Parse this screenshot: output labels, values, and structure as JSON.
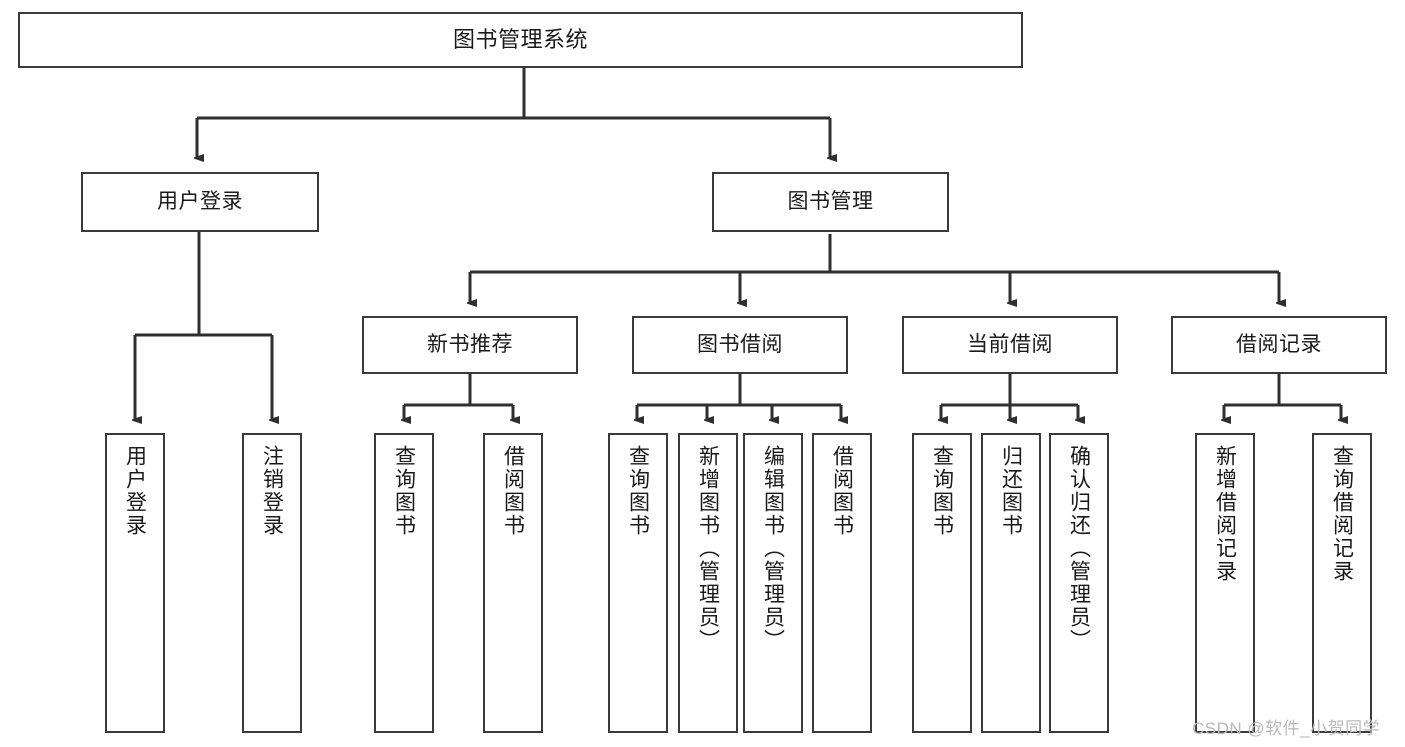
{
  "diagram": {
    "type": "tree-hierarchy-chart",
    "title": "图书管理系统",
    "watermark": "CSDN @软件_小贺同学",
    "colors": {
      "stroke": "#3a3a3a",
      "fill": "#ffffff",
      "text": "#1a1a1a",
      "watermark": "#b9b9b9"
    },
    "nodes": {
      "root": {
        "label": "图书管理系统"
      },
      "level2": [
        {
          "label": "用户登录"
        },
        {
          "label": "图书管理"
        }
      ],
      "level3": [
        {
          "label": "新书推荐"
        },
        {
          "label": "图书借阅"
        },
        {
          "label": "当前借阅"
        },
        {
          "label": "借阅记录"
        }
      ],
      "leaves": {
        "user_login": [
          {
            "label": "用户登录"
          },
          {
            "label": "注销登录"
          }
        ],
        "new_book_recommend": [
          {
            "label": "查询图书"
          },
          {
            "label": "借阅图书"
          }
        ],
        "book_borrow": [
          {
            "label": "查询图书"
          },
          {
            "label": "新增图书（管理员）"
          },
          {
            "label": "编辑图书（管理员）"
          },
          {
            "label": "借阅图书"
          }
        ],
        "current_borrow": [
          {
            "label": "查询图书"
          },
          {
            "label": "归还图书"
          },
          {
            "label": "确认归还（管理员）"
          }
        ],
        "borrow_records": [
          {
            "label": "新增借阅记录"
          },
          {
            "label": "查询借阅记录"
          }
        ]
      }
    }
  }
}
